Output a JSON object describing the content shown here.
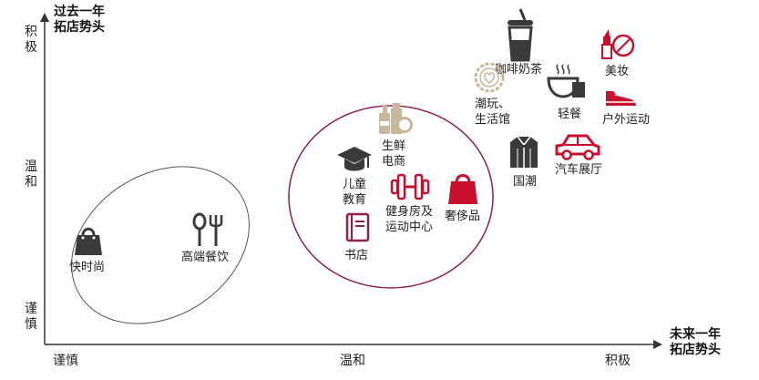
{
  "axes": {
    "y_title_line1": "过去一年",
    "y_title_line2": "拓店势头",
    "x_title_line1": "未来一年",
    "x_title_line2": "拓店势头",
    "y_levels": [
      "积极",
      "温和",
      "谨慎"
    ],
    "x_levels": [
      "谨慎",
      "温和",
      "积极"
    ]
  },
  "colors": {
    "dark": "#3a3a3a",
    "red": "#c8102e",
    "beige": "#c8b79a",
    "purple": "#8e1f4f",
    "grey": "#707070"
  },
  "categories": {
    "fast_fashion": "快时尚",
    "fine_dining": "高端餐饮",
    "fresh_ecommerce_l1": "生鲜",
    "fresh_ecommerce_l2": "电商",
    "child_education_l1": "儿童",
    "child_education_l2": "教育",
    "gym_l1": "健身房及",
    "gym_l2": "运动中心",
    "luxury": "奢侈品",
    "bookstore": "书店",
    "coffee_tea": "咖啡奶茶",
    "trendy_toys_l1": "潮玩、",
    "trendy_toys_l2": "生活馆",
    "light_meal": "轻餐",
    "beauty": "美妆",
    "outdoor_sports": "户外运动",
    "guochao": "国潮",
    "car_showroom": "汽车展厅"
  }
}
